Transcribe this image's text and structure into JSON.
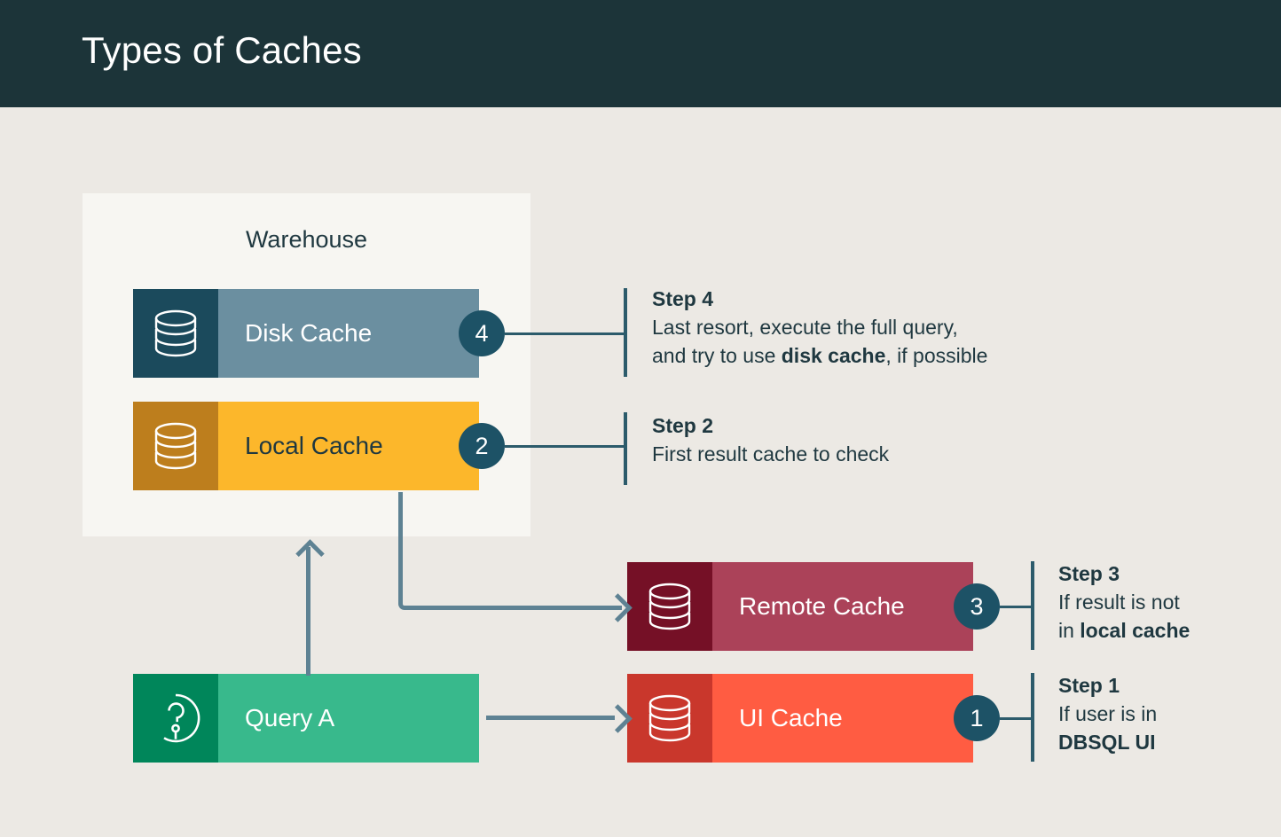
{
  "header": {
    "title": "Types of Caches",
    "bg": "#1c3439",
    "text_color": "#ffffff"
  },
  "canvas": {
    "bg": "#ece9e4"
  },
  "warehouse": {
    "label": "Warehouse",
    "bg": "#f7f6f2"
  },
  "caches": {
    "disk": {
      "label": "Disk Cache",
      "icon": "database-icon",
      "body": "#6b8fa0",
      "icon_bg": "#1b4a5c",
      "text": "#ffffff"
    },
    "local": {
      "label": "Local Cache",
      "icon": "database-icon",
      "body": "#fcb72b",
      "icon_bg": "#bd7e1d",
      "text": "#1f3840"
    },
    "remote": {
      "label": "Remote Cache",
      "icon": "database-icon",
      "body": "#ab4259",
      "icon_bg": "#751026",
      "text": "#ffffff"
    },
    "ui": {
      "label": "UI Cache",
      "icon": "database-icon",
      "body": "#ff5c42",
      "icon_bg": "#c9372c",
      "text": "#ffffff"
    },
    "query": {
      "label": "Query A",
      "icon": "question-circle-icon",
      "body": "#38b98c",
      "icon_bg": "#00865a",
      "text": "#ffffff"
    }
  },
  "badges": {
    "step4": "4",
    "step2": "2",
    "step3": "3",
    "step1": "1",
    "color": "#1d5266"
  },
  "steps": {
    "step4": {
      "title": "Step 4",
      "line1": "Last resort, execute the full query,",
      "line2_pre": "and try to use ",
      "line2_bold": "disk cache",
      "line2_post": ", if possible"
    },
    "step2": {
      "title": "Step 2",
      "line1": "First result cache to check"
    },
    "step3": {
      "title": "Step 3",
      "line1": "If result is not",
      "line2_pre": "in ",
      "line2_bold": "local cache"
    },
    "step1": {
      "title": "Step 1",
      "line1": "If user is in",
      "line2_bold": "DBSQL UI"
    }
  },
  "connectors": {
    "arrow_color": "#5e8293",
    "line_color": "#2c5b6b"
  }
}
